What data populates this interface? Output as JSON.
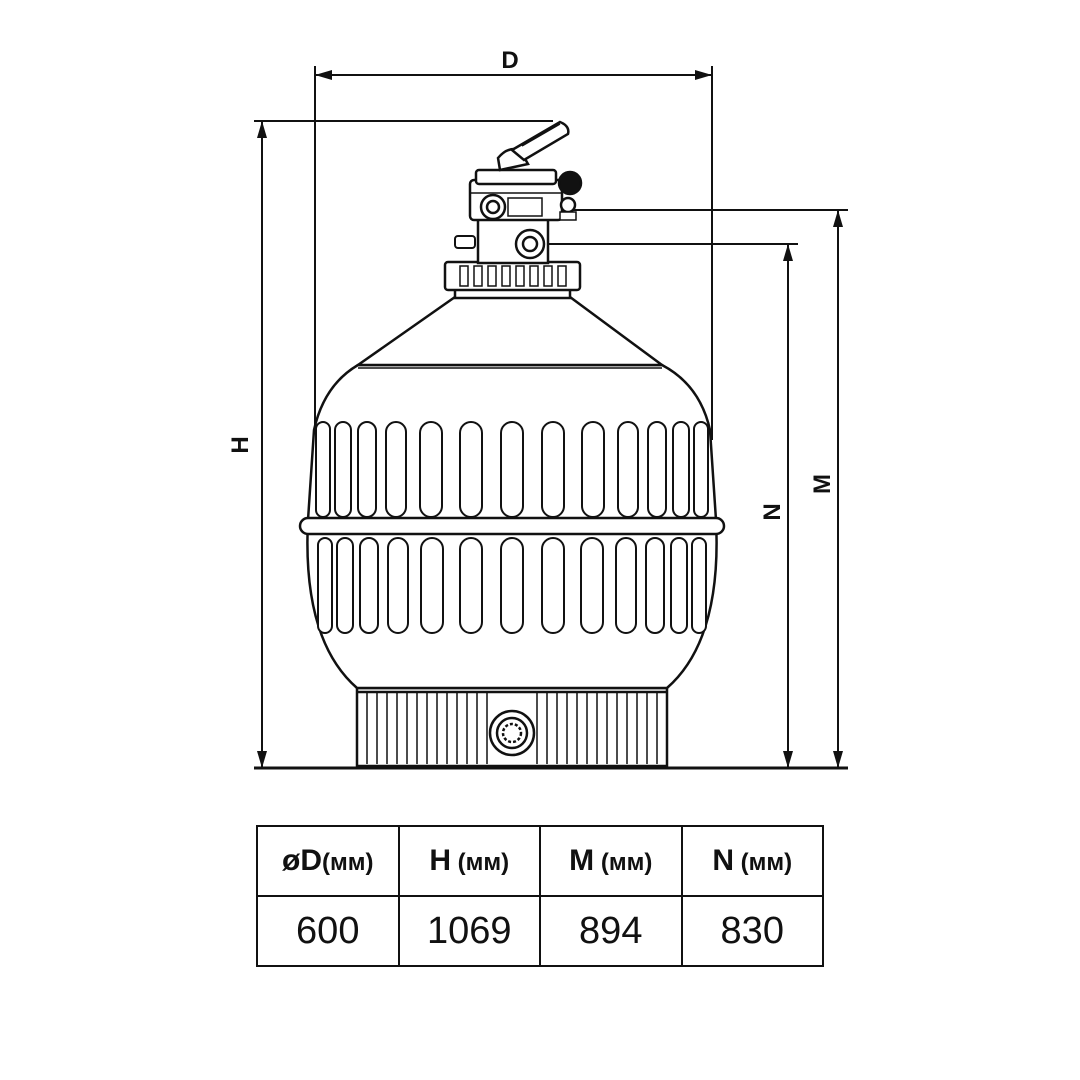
{
  "diagram": {
    "labels": {
      "D": "D",
      "H": "H",
      "M": "M",
      "N": "N"
    },
    "line_color": "#111111",
    "background_color": "#ffffff"
  },
  "table": {
    "headers": [
      {
        "symbol": "øD",
        "unit": "(мм)"
      },
      {
        "symbol": "H",
        "unit": " (мм)"
      },
      {
        "symbol": "M",
        "unit": " (мм)"
      },
      {
        "symbol": "N",
        "unit": " (мм)"
      }
    ],
    "values": [
      "600",
      "1069",
      "894",
      "830"
    ]
  }
}
